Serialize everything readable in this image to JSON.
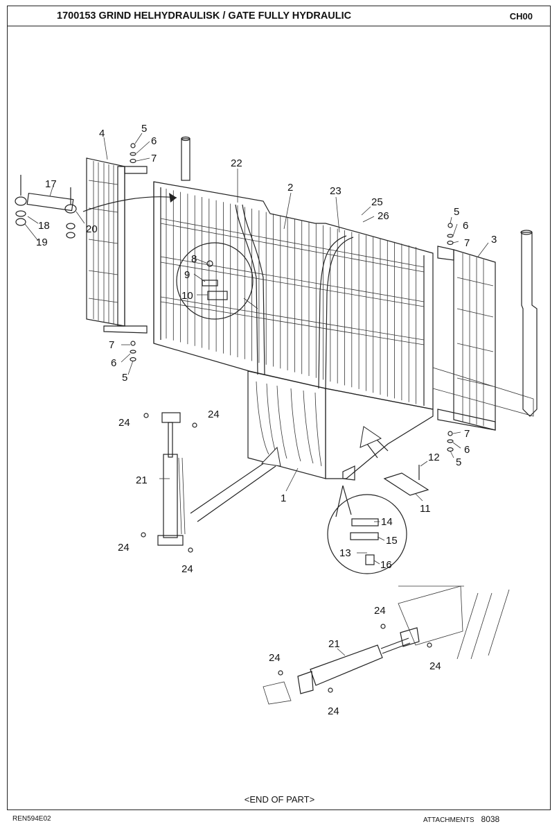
{
  "header": {
    "title": "1700153 GRIND HELHYDRAULISK / GATE FULLY HYDRAULIC",
    "code": "CH00"
  },
  "end_of_part": "<END OF PART>",
  "footer": {
    "doc_id": "REN594E02",
    "section": "ATTACHMENTS",
    "page": "8038"
  },
  "callouts": {
    "c1": "1",
    "c2": "2",
    "c3": "3",
    "c4": "4",
    "c5a": "5",
    "c5b": "5",
    "c5c": "5",
    "c5d": "5",
    "c6a": "6",
    "c6b": "6",
    "c6c": "6",
    "c6d": "6",
    "c7a": "7",
    "c7b": "7",
    "c7c": "7",
    "c7d": "7",
    "c8": "8",
    "c9": "9",
    "c10": "10",
    "c11": "11",
    "c12": "12",
    "c13": "13",
    "c14": "14",
    "c15": "15",
    "c16": "16",
    "c17": "17",
    "c18": "18",
    "c19": "19",
    "c20": "20",
    "c21a": "21",
    "c21b": "21",
    "c22": "22",
    "c23": "23",
    "c24a": "24",
    "c24b": "24",
    "c24c": "24",
    "c24d": "24",
    "c24e": "24",
    "c24f": "24",
    "c24g": "24",
    "c24h": "24",
    "c25": "25",
    "c26": "26"
  }
}
